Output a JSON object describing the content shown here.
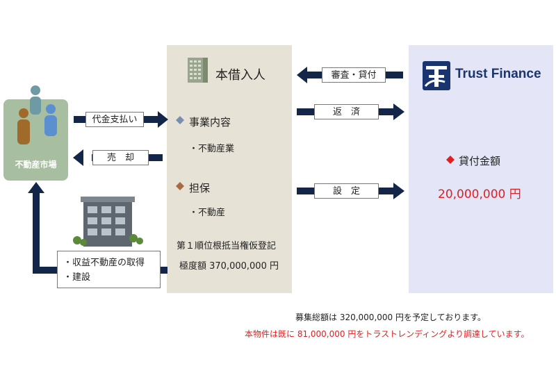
{
  "market": {
    "label": "不動産市場"
  },
  "borrower": {
    "title": "本借入人",
    "business_heading": "事業内容",
    "business_item": "・不動産業",
    "collateral_heading": "担保",
    "collateral_item": "・不動産",
    "registration": "第１順位根抵当権仮登記",
    "max_amount": "極度額 370,000,000 円"
  },
  "lender": {
    "name": "Trust Finance",
    "amount_label": "貸付金額",
    "amount_value": "20,000,000 円"
  },
  "arrows": {
    "payment": "代金支払い",
    "sale": "売　却",
    "review_loan": "審査・貸付",
    "repay": "返　済",
    "set": "設　定"
  },
  "development": {
    "line1": "・収益不動産の取得",
    "line2": "・建設"
  },
  "notes": {
    "line1": "募集総額は 320,000,000 円を予定しております。",
    "line2": "本物件は既に 81,000,000 円をトラストレンディングより調達しています。"
  },
  "colors": {
    "arrow": "#13264a",
    "accent_red": "#e02020",
    "market_green": "#a8bea0",
    "borrower_bg": "#e6e2d6",
    "lender_bg": "#e4e6f8"
  }
}
